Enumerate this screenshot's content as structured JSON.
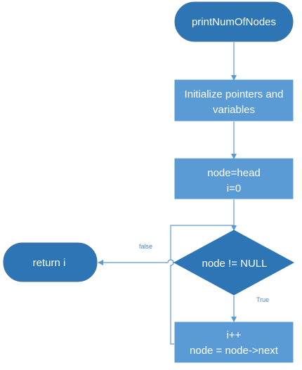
{
  "colors": {
    "terminal_fill": "#2e75b6",
    "terminal_stroke": "#41719c",
    "process_fill": "#5b9bd5",
    "process_stroke": "#5b9bd5",
    "decision_fill": "#2e75b6",
    "edge": "#5b9bd5",
    "edge_label": "#4f7fbf",
    "text": "#ffffff"
  },
  "nodes": {
    "start": {
      "label": "printNumOfNodes",
      "shape": "terminal"
    },
    "init": {
      "lines": [
        "Initialize pointers and",
        "variables"
      ],
      "shape": "process"
    },
    "assign": {
      "lines": [
        "node=head",
        "i=0"
      ],
      "shape": "process"
    },
    "decision": {
      "label": "node != NULL",
      "shape": "decision"
    },
    "increment": {
      "lines": [
        "i++",
        "node = node->next"
      ],
      "shape": "process"
    },
    "return": {
      "label": "return i",
      "shape": "terminal"
    }
  },
  "edges": {
    "false_label": "false",
    "true_label": "True"
  }
}
